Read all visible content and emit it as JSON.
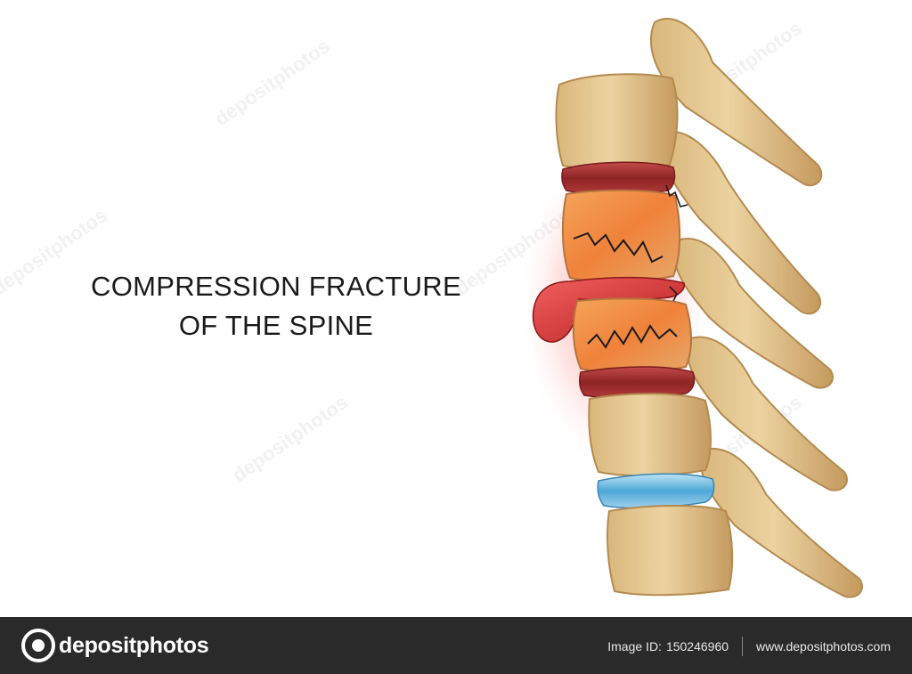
{
  "title": {
    "line1": "COMPRESSION FRACTURE",
    "line2": "OF THE SPINE"
  },
  "illustration": {
    "subject": "lateral view of lumbar vertebrae with compression fractures",
    "colors": {
      "bone": "#e3c48e",
      "bone_shadow": "#b48a4f",
      "inflamed": "#f0823a",
      "disc_damaged": "#9e2a2a",
      "herniation": "#d62c2c",
      "disc_healthy": "#4fa8d8",
      "crack": "#1a1a1a",
      "glow": "#ff6a6a"
    }
  },
  "watermark": {
    "text": "depositphotos"
  },
  "footer": {
    "brand": "depositphotos",
    "image_id_label": "Image ID:",
    "image_id": "150246960",
    "site": "www.depositphotos.com",
    "background": "#2a2a2a"
  }
}
